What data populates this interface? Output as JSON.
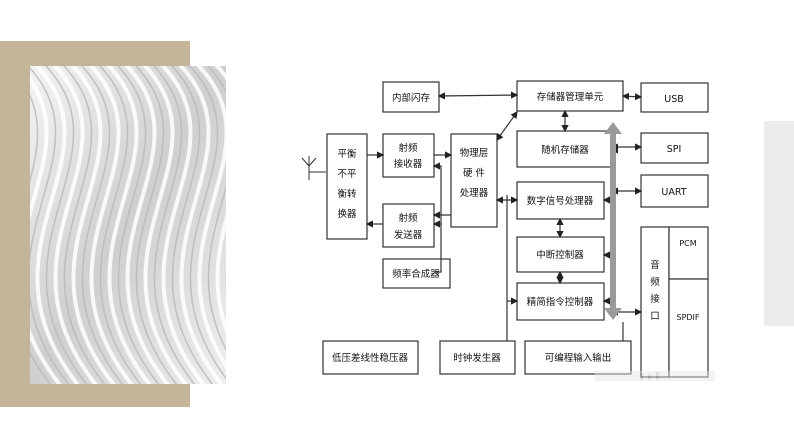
{
  "diagram": {
    "blocks": {
      "balun": [
        "平衡",
        "不平",
        "衡转",
        "换器"
      ],
      "internal_flash": "内部闪存",
      "memory_mgmt": "存储器管理单元",
      "usb": "USB",
      "rf_receiver": [
        "射频",
        "接收器"
      ],
      "phy_processor": [
        "物理层",
        "硬 件",
        "处理器"
      ],
      "ram": "随机存储器",
      "spi": "SPI",
      "rf_transmitter": [
        "射频",
        "发送器"
      ],
      "dsp": "数字信号处理器",
      "uart": "UART",
      "freq_synth": "频率合成器",
      "interrupt_ctrl": "中断控制器",
      "audio_interface": [
        "音",
        "频",
        "接",
        "口"
      ],
      "pcm": "PCM",
      "spdif": "SPDIF",
      "risc_ctrl": "精简指令控制器",
      "ldo": "低压差线性稳压器",
      "clock_gen": "时钟发生器",
      "gpio": "可编程输入输出"
    }
  }
}
